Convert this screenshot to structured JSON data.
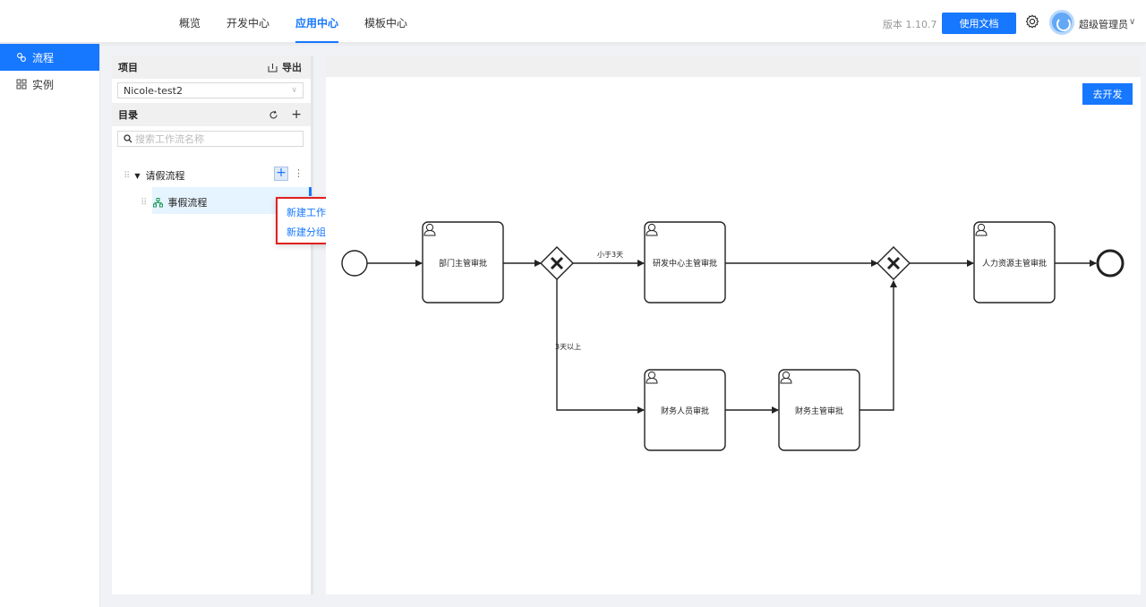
{
  "topnav": {
    "items": [
      {
        "label": "概览",
        "active": false
      },
      {
        "label": "开发中心",
        "active": false
      },
      {
        "label": "应用中心",
        "active": true
      },
      {
        "label": "模板中心",
        "active": false
      }
    ],
    "version": "版本 1.10.7",
    "doc_button": "使用文档",
    "settings_icon": "gear-icon",
    "user_name": "超级管理员",
    "caret": "∨"
  },
  "sidebar": {
    "items": [
      {
        "label": "流程",
        "icon": "flow-icon",
        "active": true
      },
      {
        "label": "实例",
        "icon": "grid-icon",
        "active": false
      }
    ]
  },
  "panel": {
    "project_title": "项目",
    "export_label": "导出",
    "project_value": "Nicole-test2",
    "catalog_title": "目录",
    "search_placeholder": "搜索工作流名称",
    "tree": {
      "group": "请假流程",
      "child": "事假流程"
    }
  },
  "popup": {
    "items": [
      "新建工作流",
      "新建分组"
    ]
  },
  "canvas": {
    "dev_button": "去开发",
    "tasks": {
      "dept": "部门主管审批",
      "rd": "研发中心主管审批",
      "hr": "人力资源主管审批",
      "fin_staff": "财务人员审批",
      "fin_mgr": "财务主管审批"
    },
    "edge_labels": {
      "less3": "小于3天",
      "more3": "3天以上"
    }
  },
  "colors": {
    "primary": "#1677ff",
    "highlight_border": "#e02020"
  }
}
